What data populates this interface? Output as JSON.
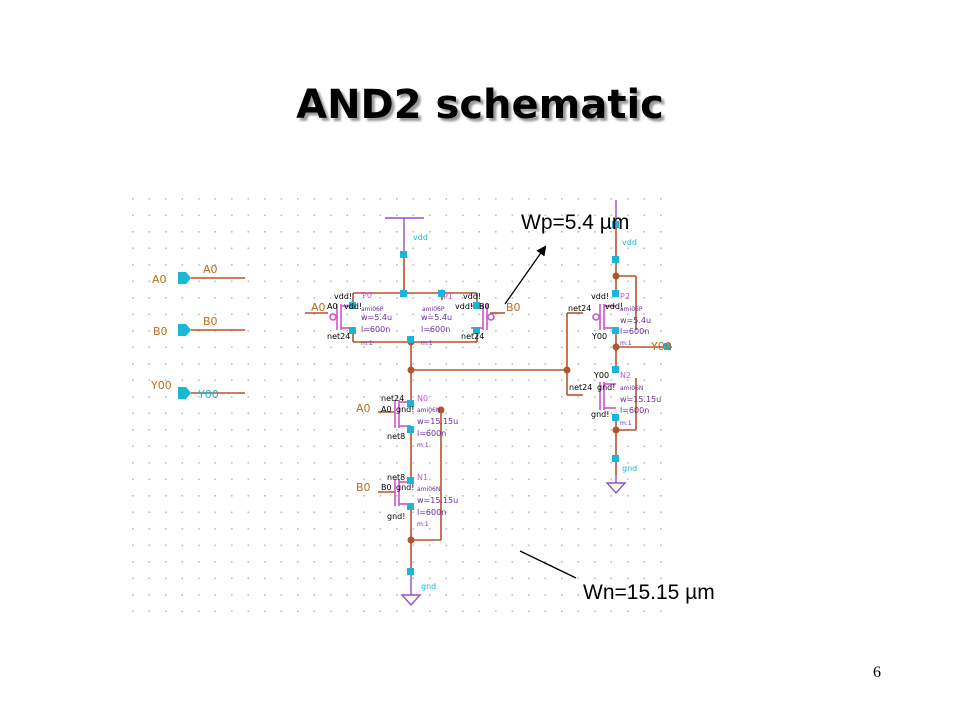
{
  "slide": {
    "title": "AND2 schematic",
    "page_number": "6"
  },
  "callouts": {
    "wp": "Wp=5.4 µm",
    "wn": "Wn=15.15 µm"
  },
  "schematic": {
    "pins": {
      "a": "A0",
      "b": "B0",
      "y": "Y00",
      "a_net": "A0",
      "b_net": "B0",
      "y_net": "Y00"
    },
    "supply": {
      "vdd": "vdd",
      "gnd": "gnd"
    },
    "nets": {
      "a0_left": "A0",
      "b0_right": "B0",
      "y00_right": "Y00",
      "a0_n0": "A0",
      "b0_n1": "B0"
    },
    "devices": {
      "p0": {
        "name": "P0",
        "body": "vdd!",
        "bulk": "vdd!",
        "gate": "A0",
        "model": "ami06P",
        "w": "w=5.4u",
        "l": "l=600n",
        "m": "m:1",
        "drain": "net24"
      },
      "p1": {
        "name": "P1",
        "body": "vdd!",
        "bulk": "vdd!",
        "gate": "B0",
        "model": "ami06P",
        "w": "w=5.4u",
        "l": "l=600n",
        "m": "m:1",
        "drain": "net24"
      },
      "p2": {
        "name": "P2",
        "body": "vdd!",
        "bulk": "vdd!",
        "gate": "net24",
        "model": "ami06P",
        "w": "w=5.4u",
        "l": "l=600n",
        "m": "m:1",
        "drain": "Y00"
      },
      "n0": {
        "name": "N0",
        "drain": "net24",
        "gate": "A0",
        "bulk": "gnd!",
        "model": "ami06N",
        "w": "w=15.15u",
        "l": "l=600n",
        "m": "m:1",
        "source": "net8"
      },
      "n1": {
        "name": "N1",
        "drain": "net8",
        "gate": "B0",
        "bulk": "gnd!",
        "model": "ami06N",
        "w": "w=15.15u",
        "l": "l=600n",
        "m": "m:1",
        "source": "gnd!"
      },
      "n2": {
        "name": "N2",
        "drain": "Y00",
        "gate": "net24",
        "bulk": "gnd!",
        "model": "ami06N",
        "w": "w=15.15u",
        "l": "l=600n",
        "m": "m:1",
        "source": "gnd!"
      }
    }
  },
  "colors": {
    "wire": "#b5532a",
    "net_label": "#c06a1e",
    "device": "#cc55cc",
    "pin": "#19b6d6",
    "supply": "#9a4ec6",
    "param": "#6a2a9a",
    "grid": "#bdbdbd"
  }
}
